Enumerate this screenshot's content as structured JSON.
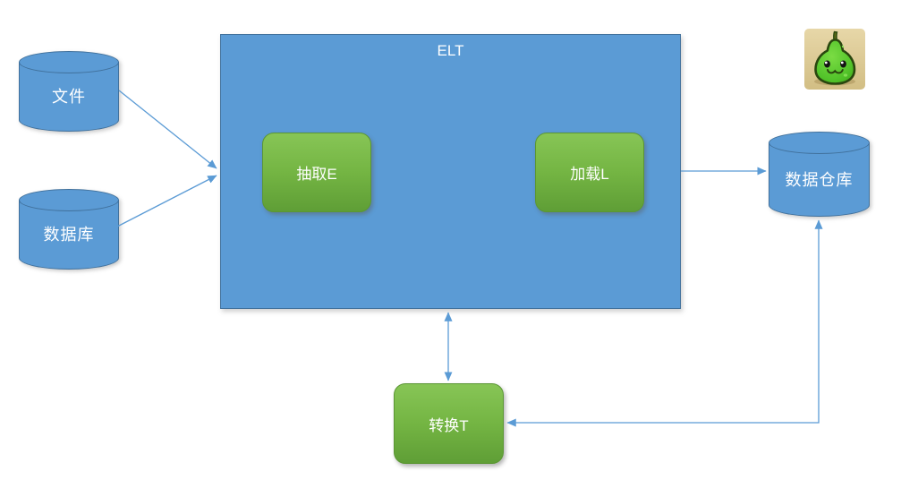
{
  "diagram": {
    "container": {
      "title": "ELT"
    },
    "nodes": {
      "file": {
        "label": "文件",
        "shape": "cylinder"
      },
      "database": {
        "label": "数据库",
        "shape": "cylinder"
      },
      "extract": {
        "label": "抽取E",
        "shape": "rounded-rect"
      },
      "load": {
        "label": "加载L",
        "shape": "rounded-rect"
      },
      "transform": {
        "label": "转换T",
        "shape": "rounded-rect"
      },
      "warehouse": {
        "label": "数据仓库",
        "shape": "cylinder"
      }
    },
    "edges": [
      {
        "from": "文件",
        "to": "ELT",
        "arrows": "end"
      },
      {
        "from": "数据库",
        "to": "ELT",
        "arrows": "end"
      },
      {
        "from": "ELT",
        "to": "数据仓库",
        "arrows": "end"
      },
      {
        "from": "ELT",
        "to": "转换T",
        "arrows": "both"
      },
      {
        "from": "转换T",
        "to": "数据仓库",
        "arrows": "both"
      }
    ],
    "colors": {
      "node_fill": "#5B9BD5",
      "node_border": "#41719C",
      "task_gradient_top": "#87C556",
      "task_gradient_bottom": "#5F9E36",
      "task_border": "#5B9634",
      "connector": "#5B9BD5",
      "label_text": "#FFFFFF"
    },
    "logo": {
      "icon": "pear-mascot-icon",
      "background": "#DBC794",
      "body_color": "#52C32A",
      "outline_color": "#2A470F"
    }
  }
}
